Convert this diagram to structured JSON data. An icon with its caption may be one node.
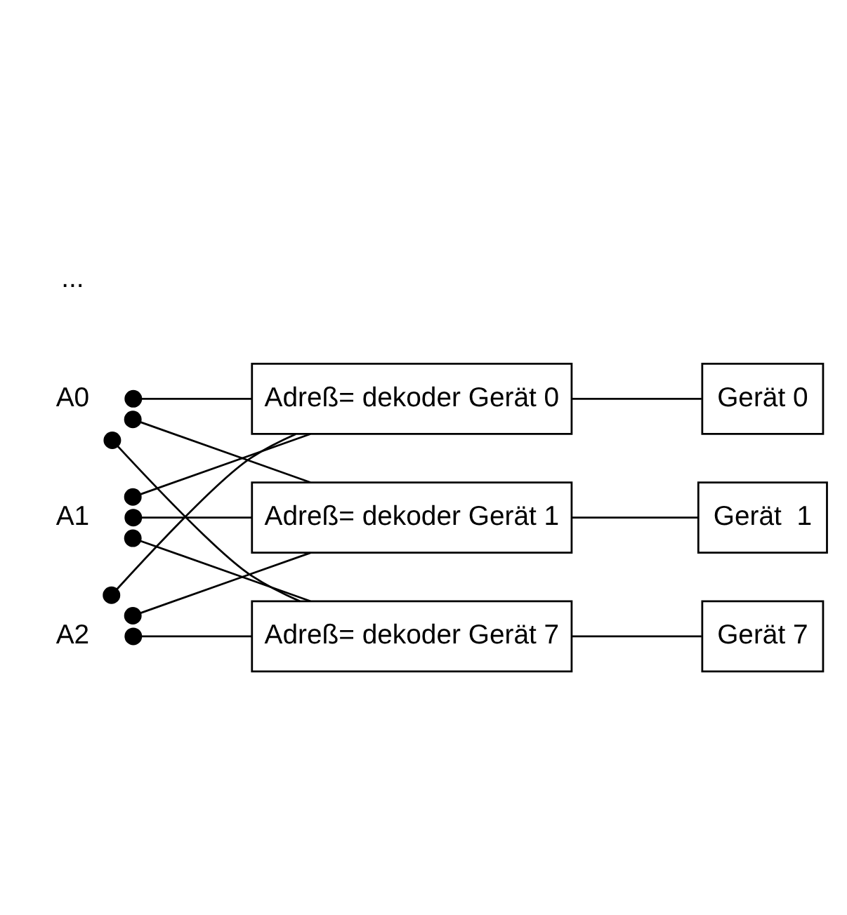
{
  "diagram": {
    "nodes": [
      {
        "text": [
          "A0"
        ]
      },
      {
        "text": [
          "A1"
        ]
      },
      {
        "text": [
          "A2"
        ]
      },
      {
        "text": [
          "Adreß= dekoder Gerät 0"
        ]
      },
      {
        "text": [
          "Gerät 0"
        ]
      },
      {
        "text": [
          "Adreß= dekoder Gerät 1"
        ]
      },
      {
        "text": [
          "Gerät  1"
        ]
      },
      {
        "text": [
          "Adreß= dekoder Gerät 7"
        ]
      },
      {
        "text": [
          "Gerät 7"
        ]
      }
    ],
    "edges": [
      {
        "from": 0,
        "to": 3,
        "arrow": "other"
      },
      {
        "from": 1,
        "to": 3,
        "arrow": "other"
      },
      {
        "from": 2,
        "to": 3,
        "arrow": "other"
      },
      {
        "from": 3,
        "to": 4,
        "arrow": "none"
      },
      {
        "from": 0,
        "to": 5,
        "arrow": "other"
      },
      {
        "from": 1,
        "to": 5,
        "arrow": "other"
      },
      {
        "from": 2,
        "to": 5,
        "arrow": "other"
      },
      {
        "from": 5,
        "to": 6,
        "arrow": "none"
      },
      {
        "from": 0,
        "to": 7,
        "arrow": "other"
      },
      {
        "from": 1,
        "to": 7,
        "arrow": "other"
      },
      {
        "from": 2,
        "to": 7,
        "arrow": "other"
      },
      {
        "from": 7,
        "to": 8,
        "arrow": "none"
      }
    ],
    "labels": [
      "..."
    ]
  }
}
